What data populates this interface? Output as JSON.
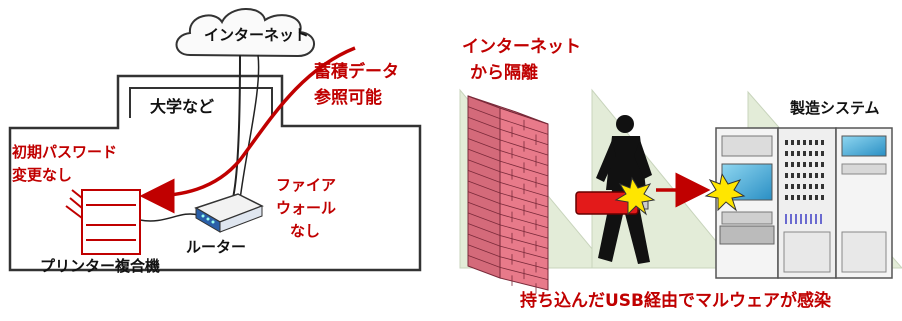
{
  "left_panel": {
    "cloud_label": "インターネット",
    "building_label": "大学など",
    "data_label_line1": "蓄積データ",
    "data_label_line2": "参照可能",
    "password_line1": "初期パスワード",
    "password_line2": "変更なし",
    "firewall_line1": "ファイア",
    "firewall_line2": "ウォール",
    "firewall_line3": "なし",
    "router_label": "ルーター",
    "printer_label": "プリンター複合機"
  },
  "right_panel": {
    "isolation_line1": "インターネット",
    "isolation_line2": "から隔離",
    "system_label": "製造システム",
    "infection_caption": "持ち込んだUSB経由でマルウェアが感染"
  },
  "colors": {
    "accent_red": "#c00000",
    "wall_brick": "#e87a8a",
    "triangle_fill": "#e3ecd8",
    "router_blue": "#2a5fa8"
  }
}
